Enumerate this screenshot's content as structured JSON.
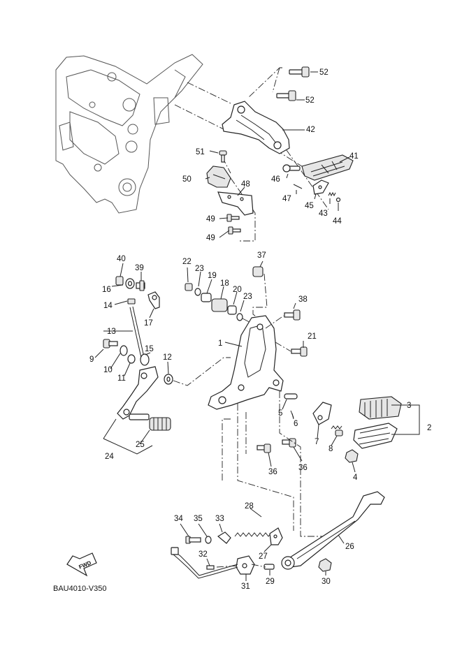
{
  "diagram_code": "BAU4010-V350",
  "fwd_label": "FWD",
  "callouts": {
    "c1": "1",
    "c2": "2",
    "c3": "3",
    "c4": "4",
    "c5": "5",
    "c6": "6",
    "c7": "7",
    "c8": "8",
    "c9": "9",
    "c10": "10",
    "c11": "11",
    "c12": "12",
    "c13": "13",
    "c14": "14",
    "c15": "15",
    "c16": "16",
    "c17": "17",
    "c18": "18",
    "c19": "19",
    "c20": "20",
    "c21": "21",
    "c22": "22",
    "c23a": "23",
    "c23b": "23",
    "c24": "24",
    "c25": "25",
    "c26": "26",
    "c27": "27",
    "c28": "28",
    "c29": "29",
    "c30": "30",
    "c31": "31",
    "c32": "32",
    "c33": "33",
    "c34": "34",
    "c35": "35",
    "c36a": "36",
    "c36b": "36",
    "c37": "37",
    "c38": "38",
    "c39": "39",
    "c40": "40",
    "c41": "41",
    "c42": "42",
    "c43": "43",
    "c44": "44",
    "c45": "45",
    "c46": "46",
    "c47": "47",
    "c48": "48",
    "c49a": "49",
    "c49b": "49",
    "c50": "50",
    "c51": "51",
    "c52a": "52",
    "c52b": "52"
  }
}
